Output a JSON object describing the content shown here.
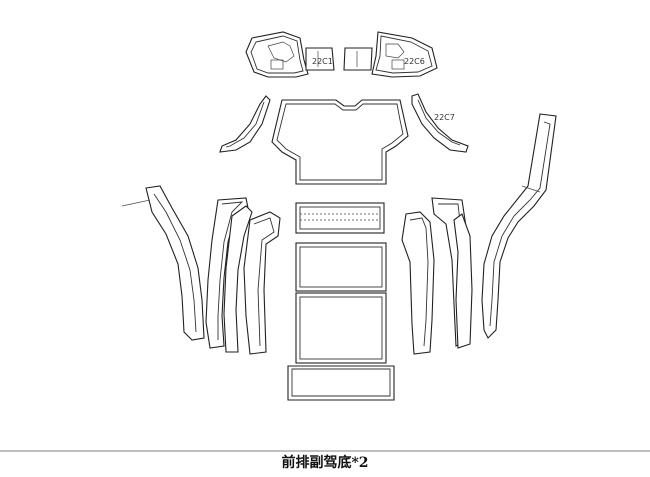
{
  "labels": {
    "part_22c1": "22C1",
    "part_22c6": "22C6",
    "part_22c7": "22C7"
  },
  "caption": "前排副驾底*2"
}
